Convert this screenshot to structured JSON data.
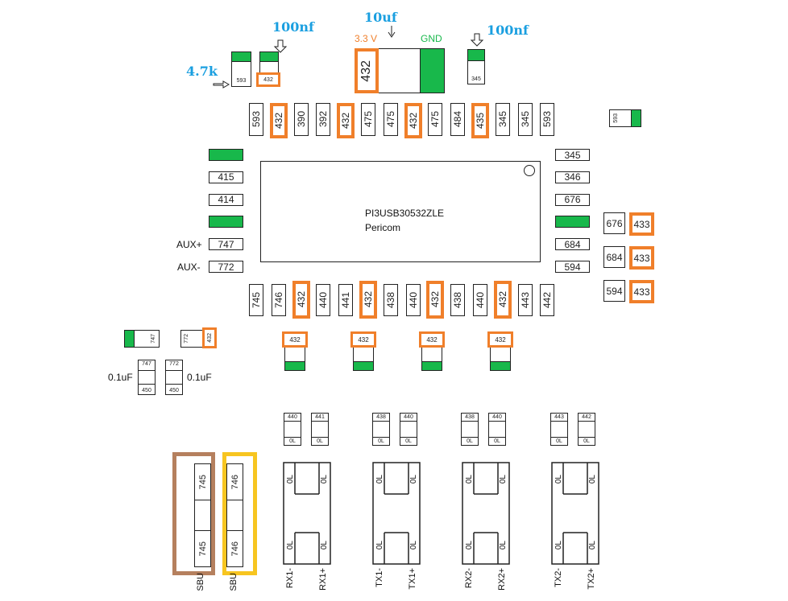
{
  "top": {
    "cap_100nf_left": "100nf",
    "cap_10uf": "10uf",
    "cap_100nf_right": "100nf",
    "res_4_7k": "4.7k",
    "v33": "3.3 V",
    "gnd": "GND",
    "c_593": "593",
    "c_432a": "432",
    "c_432big": "432",
    "c_345": "345"
  },
  "top_row": [
    "593",
    "432",
    "390",
    "392",
    "432",
    "475",
    "475",
    "432",
    "475",
    "484",
    "435",
    "345",
    "345",
    "593"
  ],
  "side_right_small": "593",
  "chip": {
    "part": "PI3USB30532ZLE",
    "maker": "Pericom"
  },
  "left_pads": [
    "",
    "415",
    "414",
    "",
    "747",
    "772"
  ],
  "aux": {
    "plus": "AUX+",
    "minus": "AUX-"
  },
  "right_pads": [
    "345",
    "346",
    "676",
    "",
    "684",
    "594"
  ],
  "right_pairs": [
    [
      "676",
      "433"
    ],
    [
      "684",
      "433"
    ],
    [
      "594",
      "433"
    ]
  ],
  "bottom_row": [
    "745",
    "746",
    "432",
    "440",
    "441",
    "432",
    "438",
    "440",
    "432",
    "438",
    "440",
    "432",
    "443",
    "442"
  ],
  "bottom_caps": [
    "432",
    "432",
    "432",
    "432"
  ],
  "left_small": {
    "a": "747",
    "b": "772",
    "c": "432"
  },
  "cap_01": {
    "left_top": "747",
    "left_bot": "450",
    "right_top": "772",
    "right_bot": "450",
    "label_left": "0.1uF",
    "label_right": "0.1uF"
  },
  "dc_pairs": [
    [
      [
        "440",
        "0L"
      ],
      [
        "441",
        "0L"
      ]
    ],
    [
      [
        "438",
        "0L"
      ],
      [
        "440",
        "0L"
      ]
    ],
    [
      [
        "438",
        "0L"
      ],
      [
        "440",
        "0L"
      ]
    ],
    [
      [
        "443",
        "0L"
      ],
      [
        "442",
        "0L"
      ]
    ]
  ],
  "sbu": {
    "left": [
      "745",
      "745"
    ],
    "right": [
      "746",
      "746"
    ],
    "label": "SBU"
  },
  "conn": [
    "0L",
    "0L",
    "0L",
    "0L"
  ],
  "bottom_labels": [
    "RX1-",
    "RX1+",
    "TX1-",
    "TX1+",
    "RX2-",
    "RX2+",
    "TX2-",
    "TX2+"
  ],
  "colors": {
    "orange": "#f07f2a",
    "green": "#18b84b",
    "blue_text": "#1a9fe0",
    "brown": "#b5805e",
    "yellow": "#f7c520"
  }
}
